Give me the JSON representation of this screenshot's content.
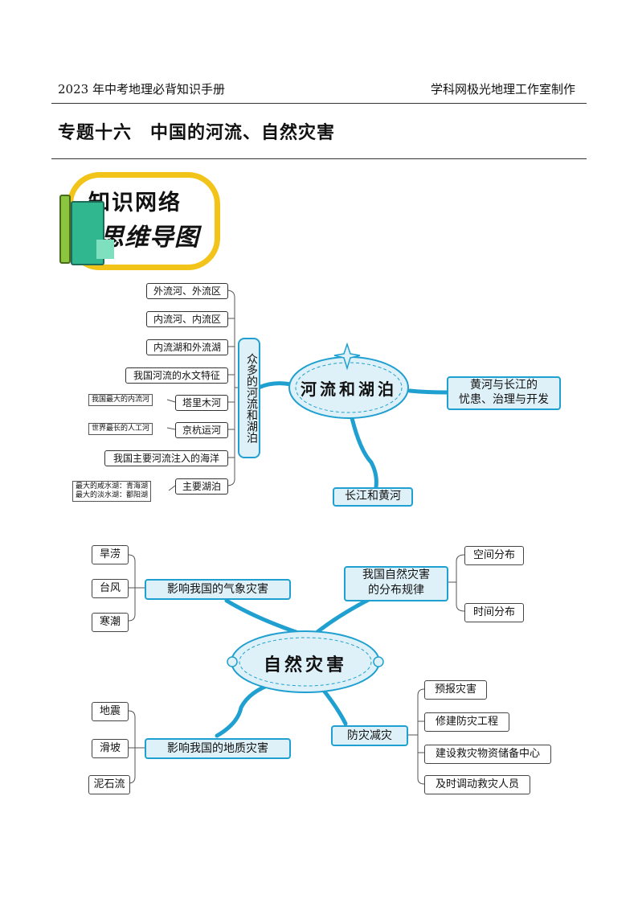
{
  "header": {
    "left": "2023 年中考地理必背知识手册",
    "right": "学科网极光地理工作室制作"
  },
  "title": "专题十六　中国的河流、自然灾害",
  "badge": {
    "line1": "知识网络",
    "line2": "思维导图"
  },
  "map1": {
    "center": "河流和湖泊",
    "branch_main": "众多的河流和湖泊",
    "branch_right": "黄河与长江的\n忧患、治理与开发",
    "branch_bottom": "长江和黄河",
    "leaves": [
      "外流河、外流区",
      "内流河、内流区",
      "内流湖和外流湖",
      "我国河流的水文特征",
      "塔里木河",
      "京杭运河",
      "我国主要河流注入的海洋",
      "主要湖泊"
    ],
    "notes": {
      "tarim": "我国最大的内流河",
      "canal": "世界最长的人工河",
      "lake1": "最大的咸水湖：青海湖",
      "lake2": "最大的淡水湖：鄱阳湖"
    }
  },
  "map2": {
    "center": "自然灾害",
    "weather": "影响我国的气象灾害",
    "weather_items": [
      "旱涝",
      "台风",
      "寒潮"
    ],
    "distribution": "我国自然灾害\n的分布规律",
    "distribution_items": [
      "空间分布",
      "时间分布"
    ],
    "geology": "影响我国的地质灾害",
    "geology_items": [
      "地震",
      "滑坡",
      "泥石流"
    ],
    "prevention": "防灾减灾",
    "prevention_items": [
      "预报灾害",
      "修建防灾工程",
      "建设救灾物资储备中心",
      "及时调动救灾人员"
    ]
  },
  "colors": {
    "accent": "#1fa0d0",
    "badge_ring": "#f2c318",
    "node_fill": "#dff1f8"
  }
}
